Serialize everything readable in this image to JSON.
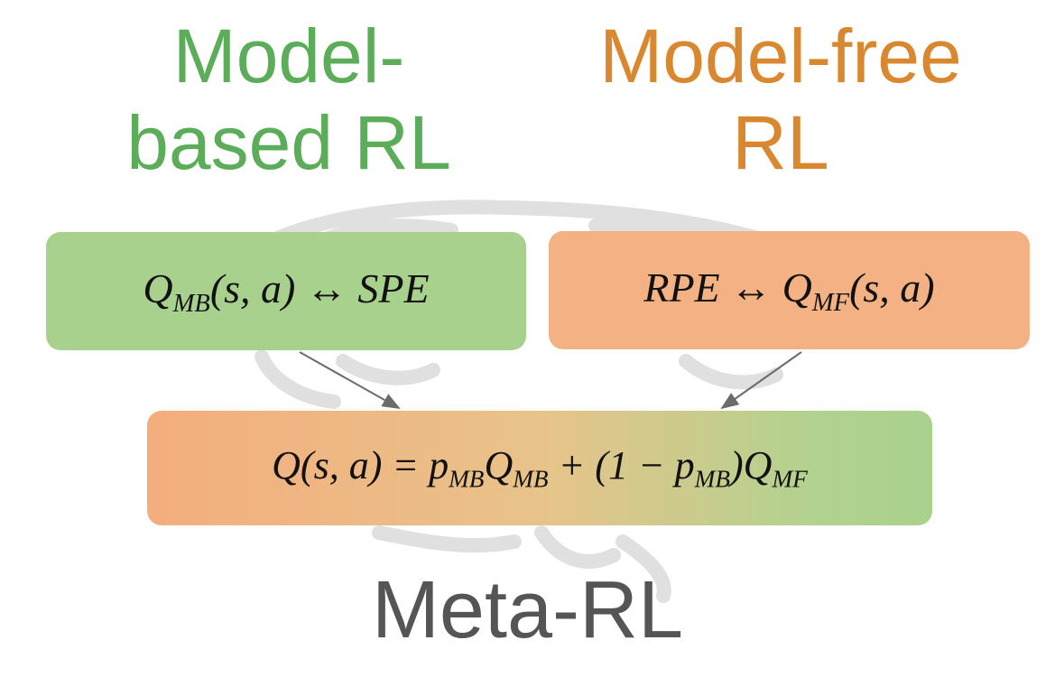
{
  "headings": {
    "model_based": {
      "line1": "Model-",
      "line2": "based RL"
    },
    "model_free": {
      "line1": "Model-free",
      "line2": "RL"
    }
  },
  "boxes": {
    "model_based": {
      "q": "Q",
      "q_sub": "MB",
      "args": "(s, a)",
      "arrow": " ↔ ",
      "signal": "SPE"
    },
    "model_free": {
      "signal": "RPE",
      "arrow": " ↔ ",
      "q": "Q",
      "q_sub": "MF",
      "args": "(s, a)"
    },
    "meta": {
      "lhs": "Q(s, a) = ",
      "p1": "p",
      "p1_sub": "MB",
      "q1": "Q",
      "q1_sub": "MB",
      "plus": " + (1 − ",
      "p2": "p",
      "p2_sub": "MB",
      "close": ")",
      "q2": "Q",
      "q2_sub": "MF"
    }
  },
  "meta_label": "Meta-RL",
  "colors": {
    "model_based_text": "#5cad59",
    "model_free_text": "#d9882f",
    "model_based_box": "#a9d18e",
    "model_free_box": "#f4b183",
    "meta_label": "#555555"
  },
  "background_icon": "brain-outline-icon"
}
